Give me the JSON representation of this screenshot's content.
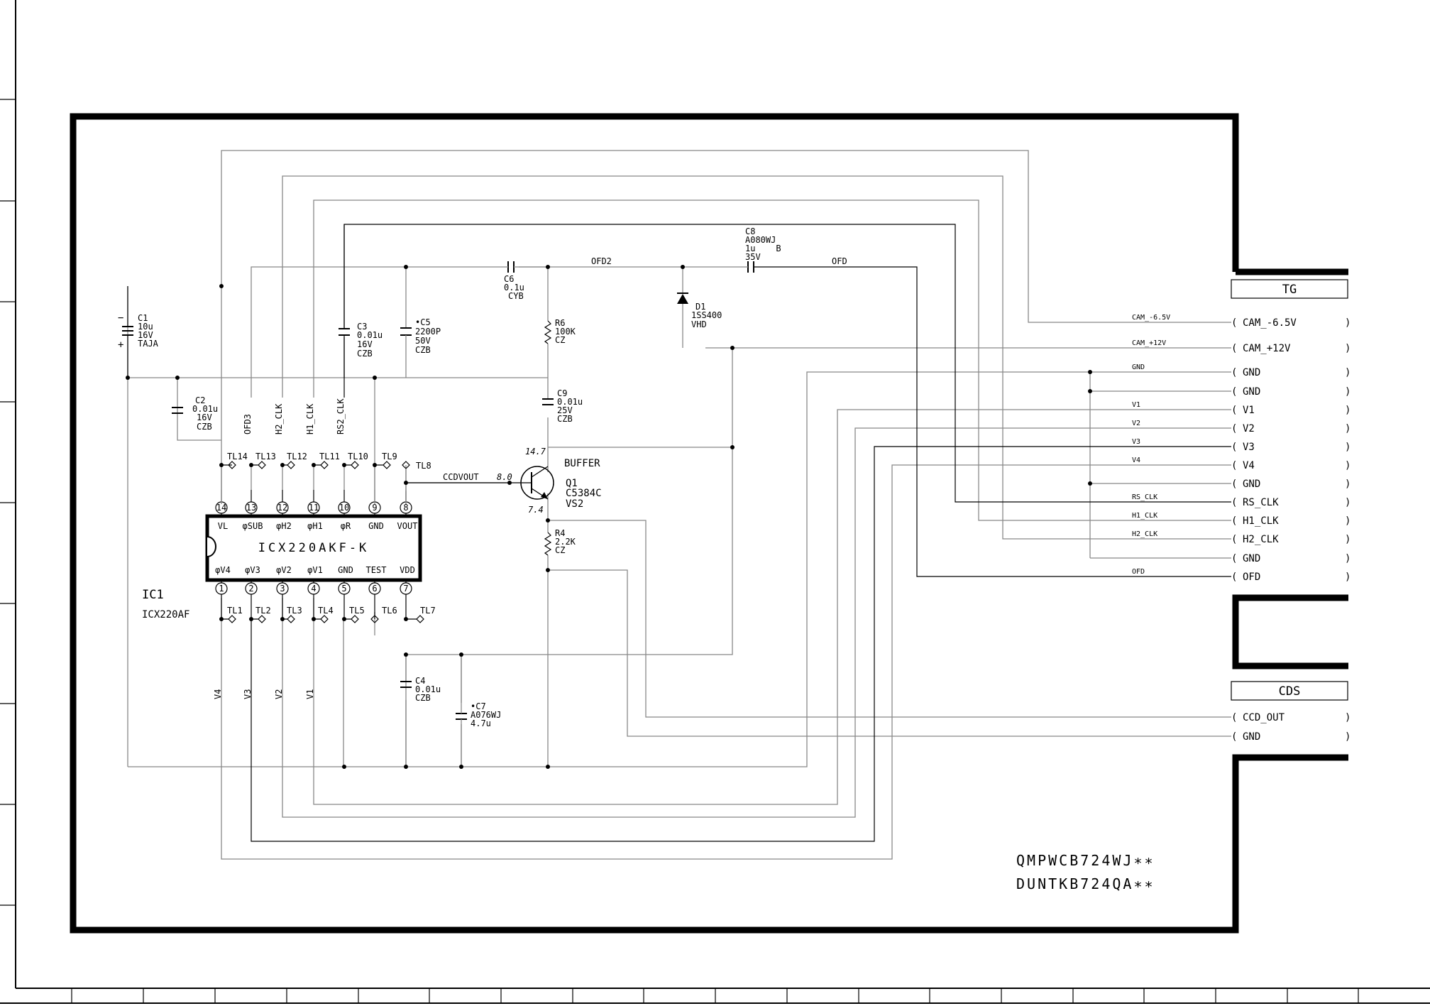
{
  "ic": {
    "ref": "IC1",
    "type": "ICX220AF",
    "part": "ICX220AKF-K",
    "top_pins": [
      {
        "num": "14",
        "label": "VL"
      },
      {
        "num": "13",
        "label": "φSUB"
      },
      {
        "num": "12",
        "label": "φH2"
      },
      {
        "num": "11",
        "label": "φH1"
      },
      {
        "num": "10",
        "label": "φR"
      },
      {
        "num": "9",
        "label": "GND"
      },
      {
        "num": "8",
        "label": "VOUT"
      }
    ],
    "bottom_pins": [
      {
        "num": "1",
        "label": "φV4"
      },
      {
        "num": "2",
        "label": "φV3"
      },
      {
        "num": "3",
        "label": "φV2"
      },
      {
        "num": "4",
        "label": "φV1"
      },
      {
        "num": "5",
        "label": "GND"
      },
      {
        "num": "6",
        "label": "TEST"
      },
      {
        "num": "7",
        "label": "VDD"
      }
    ]
  },
  "test_points_top": [
    "TL14",
    "TL13",
    "TL12",
    "TL11",
    "TL10",
    "TL9",
    "TL8"
  ],
  "test_points_bottom": [
    "TL1",
    "TL2",
    "TL3",
    "TL4",
    "TL5",
    "TL6",
    "TL7"
  ],
  "vertical_net_labels_top": [
    "OFD3",
    "H2_CLK",
    "H1_CLK",
    "RS2_CLK"
  ],
  "vertical_net_labels_bottom": [
    "V4",
    "V3",
    "V2",
    "V1"
  ],
  "components": {
    "C1": {
      "ref": "C1",
      "lines": [
        "10u",
        "16V",
        "TAJA"
      ],
      "minus": "−",
      "plus": "+"
    },
    "C2": {
      "ref": "C2",
      "lines": [
        "0.01u",
        "16V",
        "CZB"
      ]
    },
    "C3": {
      "ref": "C3",
      "lines": [
        "0.01u",
        "16V",
        "CZB"
      ]
    },
    "C5": {
      "ref": "•C5",
      "lines": [
        "2200P",
        "50V",
        "CZB"
      ]
    },
    "C6": {
      "ref": "C6",
      "lines": [
        "0.1u",
        "CYB"
      ]
    },
    "R6": {
      "ref": "R6",
      "lines": [
        "100K",
        "CZ"
      ]
    },
    "C8": {
      "ref": "C8",
      "lines": [
        "A080WJ",
        "1u    B",
        "35V"
      ]
    },
    "D1": {
      "ref": "D1",
      "lines": [
        "1SS400",
        "VHD"
      ]
    },
    "C9": {
      "ref": "C9",
      "lines": [
        "0.01u",
        "25V",
        "CZB"
      ]
    },
    "Q1": {
      "ref": "Q1",
      "lines": [
        "C5384C",
        "VS2"
      ],
      "title": "BUFFER"
    },
    "R4": {
      "ref": "R4",
      "lines": [
        "2.2K",
        "CZ"
      ]
    },
    "C4": {
      "ref": "C4",
      "lines": [
        "0.01u",
        "CZB"
      ]
    },
    "C7": {
      "ref": "•C7",
      "lines": [
        "A076WJ",
        "4.7u"
      ]
    }
  },
  "voltages": {
    "collector": "14.7",
    "base": "8.0",
    "emitter": "7.4"
  },
  "net_labels": {
    "ofd2": "OFD2",
    "ofd": "OFD",
    "ccdvout": "CCDVOUT"
  },
  "tg": {
    "title": "TG",
    "rows": [
      {
        "net": "CAM_-6.5V",
        "pin": "CAM_-6.5V"
      },
      {
        "net": "CAM_+12V",
        "pin": "CAM_+12V"
      },
      {
        "net": "GND",
        "pin": "GND"
      },
      {
        "net": "",
        "pin": "GND"
      },
      {
        "net": "V1",
        "pin": "V1"
      },
      {
        "net": "V2",
        "pin": "V2"
      },
      {
        "net": "V3",
        "pin": "V3"
      },
      {
        "net": "V4",
        "pin": "V4"
      },
      {
        "net": "",
        "pin": "GND"
      },
      {
        "net": "RS_CLK",
        "pin": "RS_CLK"
      },
      {
        "net": "H1_CLK",
        "pin": "H1_CLK"
      },
      {
        "net": "H2_CLK",
        "pin": "H2_CLK"
      },
      {
        "net": "",
        "pin": "GND"
      },
      {
        "net": "OFD",
        "pin": "OFD"
      }
    ]
  },
  "cds": {
    "title": "CDS",
    "rows": [
      {
        "pin": "CCD_OUT"
      },
      {
        "pin": "GND"
      }
    ]
  },
  "part_numbers": [
    "QMPWCB724WJ∗∗",
    "DUNTKB724QA∗∗"
  ]
}
